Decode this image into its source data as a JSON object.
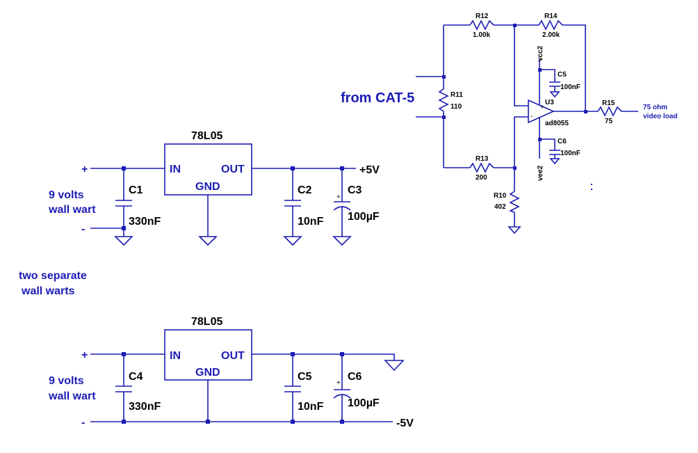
{
  "regulator_top": {
    "name": "78L05",
    "pin_in": "IN",
    "pin_out": "OUT",
    "pin_gnd": "GND",
    "plus": "+",
    "minus": "-",
    "source_line1": "9 volts",
    "source_line2": "wall wart",
    "c1_ref": "C1",
    "c1_val": "330nF",
    "c2_ref": "C2",
    "c2_val": "10nF",
    "c3_ref": "C3",
    "c3_val": "100µF",
    "c3_pol": "+",
    "rail": "+5V"
  },
  "note": {
    "line1": "two separate",
    "line2": "wall warts"
  },
  "regulator_bottom": {
    "name": "78L05",
    "pin_in": "IN",
    "pin_out": "OUT",
    "pin_gnd": "GND",
    "plus": "+",
    "minus": "-",
    "source_line1": "9 volts",
    "source_line2": "wall wart",
    "c4_ref": "C4",
    "c4_val": "330nF",
    "c5_ref": "C5",
    "c5_val": "10nF",
    "c6_ref": "C6",
    "c6_val": "100µF",
    "c6_pol": "+",
    "rail": "-5V"
  },
  "amplifier": {
    "input_label": "from CAT-5",
    "r11_ref": "R11",
    "r11_val": "110",
    "r12_ref": "R12",
    "r12_val": "1.00k",
    "r13_ref": "R13",
    "r13_val": "200",
    "r14_ref": "R14",
    "r14_val": "2.00k",
    "r10_ref": "R10",
    "r10_val": "402",
    "r15_ref": "R15",
    "r15_val": "75",
    "u3_ref": "U3",
    "u3_part": "ad8055",
    "vcc": "vcc2",
    "vee": "vee2",
    "c5_ref": "C5",
    "c5_val": "100nF",
    "c6_ref": "C6",
    "c6_val": "100nF",
    "plus_in": "+",
    "minus_in": "-",
    "load_line1": "75 ohm",
    "load_line2": "video load"
  }
}
